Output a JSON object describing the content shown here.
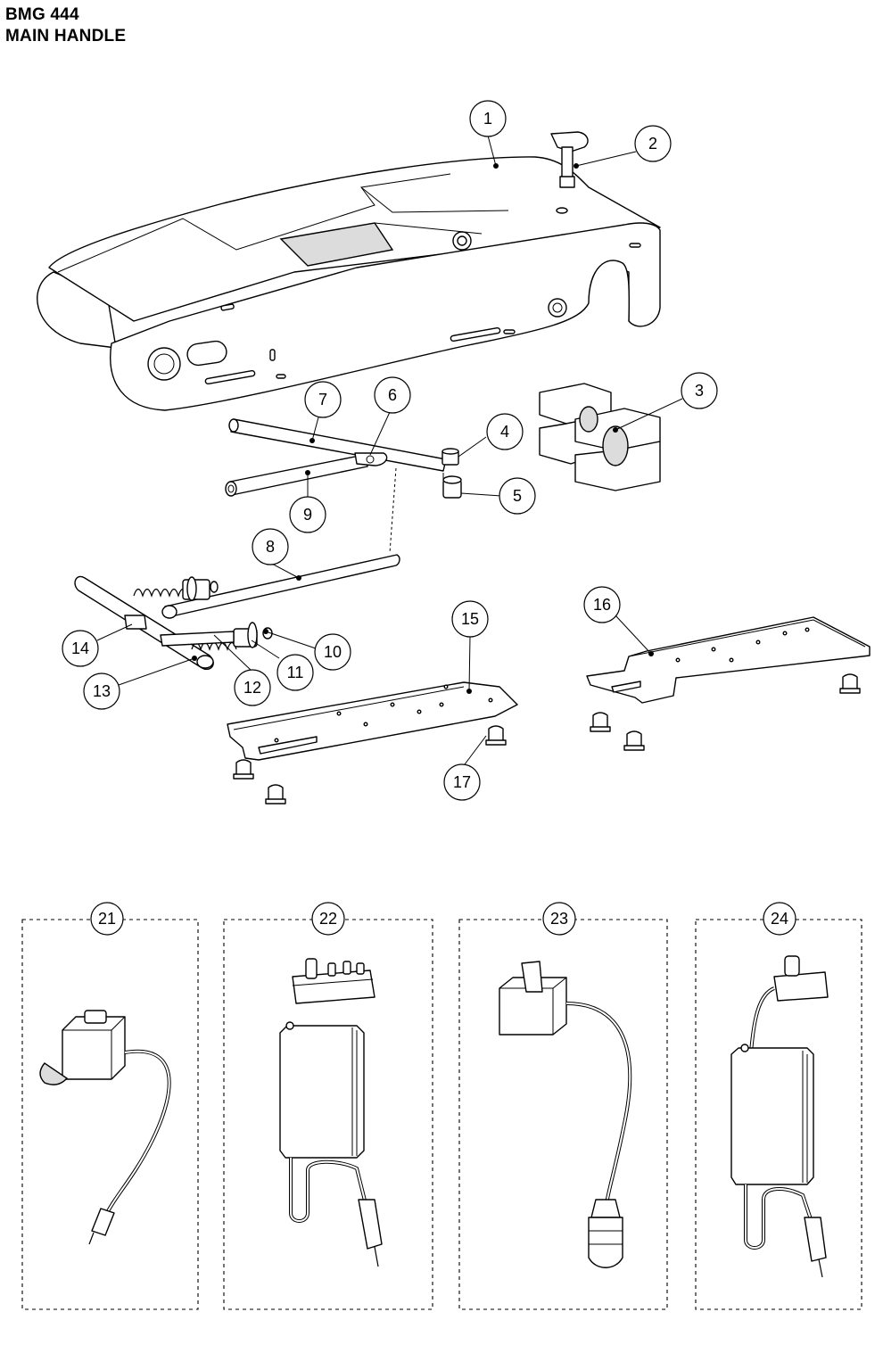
{
  "title": {
    "line1": "BMG 444",
    "line2": "MAIN HANDLE"
  },
  "callouts": [
    {
      "label": "1"
    },
    {
      "label": "2"
    },
    {
      "label": "3"
    },
    {
      "label": "4"
    },
    {
      "label": "5"
    },
    {
      "label": "6"
    },
    {
      "label": "7"
    },
    {
      "label": "8"
    },
    {
      "label": "9"
    },
    {
      "label": "10"
    },
    {
      "label": "11"
    },
    {
      "label": "12"
    },
    {
      "label": "13"
    },
    {
      "label": "14"
    },
    {
      "label": "15"
    },
    {
      "label": "16"
    },
    {
      "label": "17"
    },
    {
      "label": "21"
    },
    {
      "label": "22"
    },
    {
      "label": "23"
    },
    {
      "label": "24"
    }
  ]
}
